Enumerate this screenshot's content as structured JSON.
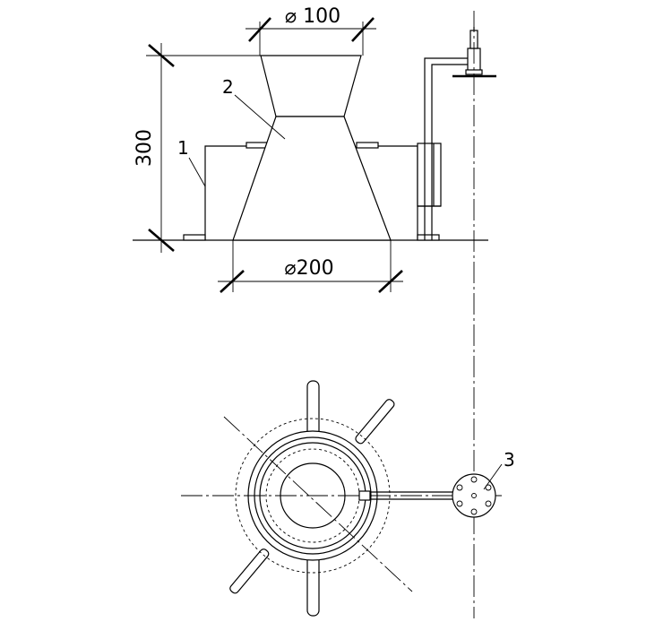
{
  "dimensions": {
    "top_diameter": "⌀ 100",
    "bottom_diameter": "⌀200",
    "height": "300"
  },
  "callouts": [
    {
      "id": "1"
    },
    {
      "id": "2"
    },
    {
      "id": "3"
    }
  ],
  "colors": {
    "ink": "#000000",
    "paper": "#ffffff"
  }
}
